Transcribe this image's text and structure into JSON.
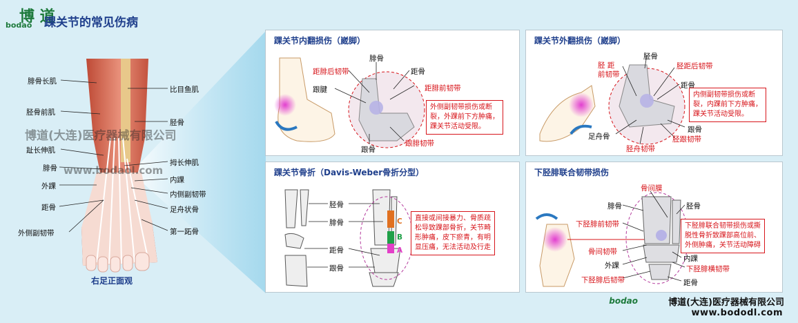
{
  "header": {
    "logo_cn": "博 道",
    "logo_en": "bodao",
    "title": "踝关节的常见伤病"
  },
  "left": {
    "labels_left": [
      "腓骨长肌",
      "胫骨前肌",
      "趾长伸肌",
      "腓骨",
      "外踝",
      "距骨",
      "外侧副韧带"
    ],
    "labels_right": [
      "比目鱼肌",
      "胫骨",
      "拇长伸肌",
      "内踝",
      "内侧副韧带",
      "足舟状骨",
      "第一跖骨"
    ],
    "caption": "右足正面观",
    "watermark_company": "博道(大连)医疗器械有限公司",
    "watermark_url": "www.bodaol.com"
  },
  "panel1": {
    "title": "踝关节内翻损伤（崴脚）",
    "labels": {
      "fibula": "腓骨",
      "pt": "距腓后韧带",
      "talus": "距骨",
      "at": "距腓前韧带",
      "tendon": "跟腱",
      "calc": "跟骨",
      "cf": "跟腓韧带"
    },
    "note": [
      "外侧副韧带损伤或断",
      "裂，外踝前下方肿痛，",
      "踝关节活动受限。"
    ]
  },
  "panel2": {
    "title": "踝关节外翻损伤（崴脚）",
    "labels": {
      "tib": "胫骨",
      "ant1": "胫  距",
      "ant2": "前韧带",
      "post": "胫距后韧带",
      "talus": "距骨",
      "nav": "足舟骨",
      "calc": "跟骨",
      "tn": "胫舟韧带",
      "tc": "胫跟韧带"
    },
    "note": [
      "内侧副韧带损伤或断",
      "裂，内踝前下方肿痛，",
      "踝关节活动受限。"
    ]
  },
  "panel3": {
    "title": "踝关节骨折（Davis-Weber骨折分型）",
    "labels": {
      "tib": "胫骨",
      "fib": "腓骨",
      "talus": "距骨",
      "calc": "跟骨",
      "c": "C",
      "b": "B",
      "a": "A"
    },
    "note": [
      "直接或间接暴力、骨质疏",
      "松导致踝部骨折，关节畸",
      "形肿痛，皮下瘀青，有明",
      "显压痛，无法活动及行走"
    ]
  },
  "panel4": {
    "title": "下胫腓联合韧带损伤",
    "labels": {
      "iom": "骨间膜",
      "fib": "腓骨",
      "tib": "胫骨",
      "ant": "下胫腓前韧带",
      "iol": "骨间韧带",
      "lat": "外踝",
      "med": "内踝",
      "trans": "下胫腓横韧带",
      "post": "下胫腓后韧带",
      "talus": "距骨"
    },
    "note": [
      "下胫腓联合韧带损伤或撕",
      "脱性骨折致踝部高位前、",
      "外侧肿痛，关节活动障碍"
    ]
  },
  "footer": {
    "brand": "bodao",
    "company": "博道(大连)医疗器械有限公司",
    "url": "www.bododl.com"
  }
}
